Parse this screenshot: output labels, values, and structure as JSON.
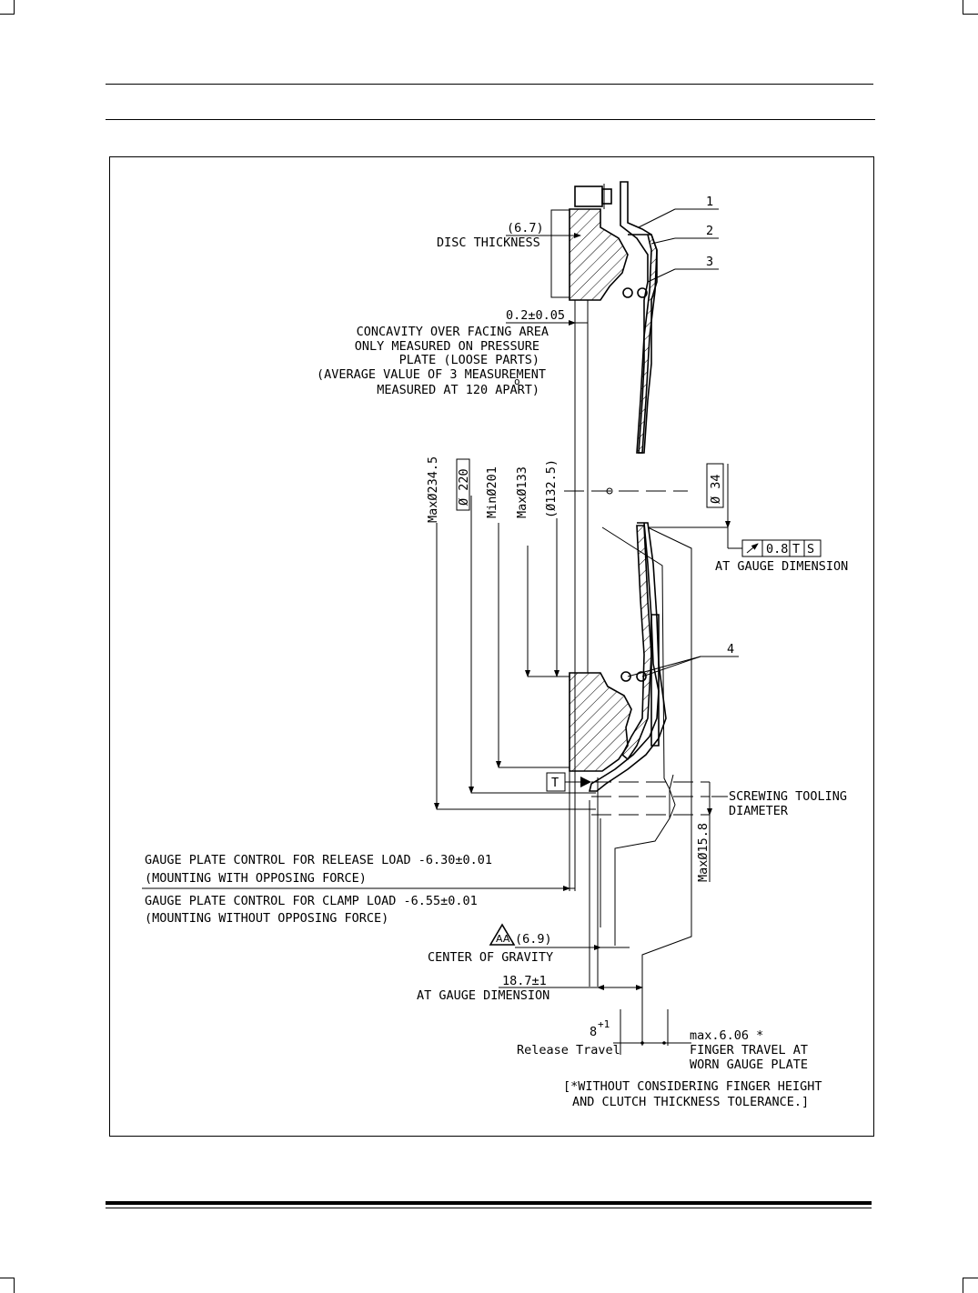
{
  "callouts": [
    "1",
    "2",
    "3",
    "4"
  ],
  "disc_thickness": {
    "value": "(6.7)",
    "label": "DISC THICKNESS"
  },
  "concavity": {
    "value": "0.2±0.05",
    "lines": [
      "CONCAVITY OVER FACING AREA",
      "ONLY MEASURED ON PRESSURE",
      "PLATE (LOOSE PARTS)",
      "(AVERAGE VALUE OF 3 MEASUREMENT",
      "MEASURED AT 120 APART)"
    ],
    "degree_mark": "o"
  },
  "diameters": {
    "max_234_5": "MaxØ234.5",
    "d220": "Ø 220",
    "min_201": "MinØ201",
    "max_133": "MaxØ133",
    "d132_5": "(Ø132.5)",
    "d34": "Ø 34",
    "max_15_8": "MaxØ15.8"
  },
  "runout": {
    "value": "0.8",
    "ref1": "T",
    "ref2": "S",
    "label": "AT GAUGE DIMENSION"
  },
  "datum_t": "T",
  "screwing": [
    "SCREWING TOOLING",
    "DIAMETER"
  ],
  "release_gauge": [
    "GAUGE PLATE CONTROL FOR RELEASE LOAD -6.30±0.01",
    "(MOUNTING WITH OPPOSING FORCE)"
  ],
  "clamp_gauge": [
    "GAUGE PLATE CONTROL FOR CLAMP LOAD -6.55±0.01",
    "(MOUNTING WITHOUT OPPOSING FORCE)"
  ],
  "cog": {
    "badge": "AA",
    "value": "(6.9)",
    "label": "CENTER OF GRAVITY"
  },
  "gauge_dim": {
    "value": "18.7±1",
    "label": "AT GAUGE DIMENSION"
  },
  "release_travel": {
    "value": "8",
    "sup": "+1",
    "label": "Release Travel"
  },
  "finger_travel": {
    "value": "max.6.06 *",
    "lines": [
      "FINGER TRAVEL AT",
      "WORN GAUGE PLATE"
    ]
  },
  "footnote": [
    "[*WITHOUT CONSIDERING FINGER HEIGHT",
    "AND CLUTCH THICKNESS TOLERANCE.]"
  ]
}
